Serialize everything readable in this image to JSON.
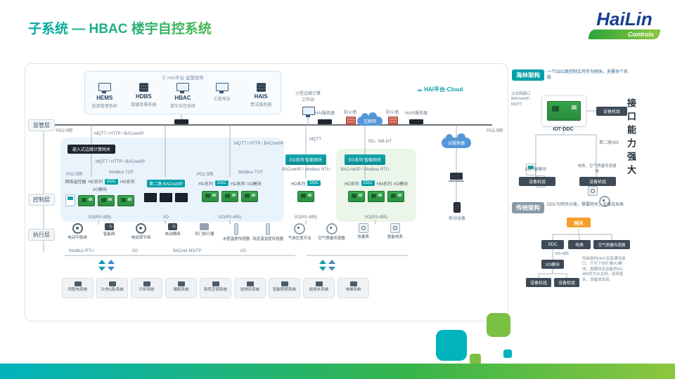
{
  "slide": {
    "title": "子系统 — HBAC 楼宇自控系统",
    "side_text": "接口能力强大",
    "logo": {
      "name": "HaiLin",
      "subtitle": "Controls"
    }
  },
  "layers": {
    "l1": "监管层",
    "l2": "控制层",
    "l3": "执行层"
  },
  "supervision": {
    "platform_header": "HAI平台·监管软件",
    "modules": [
      {
        "abbr": "HEMS",
        "name": "能源管理系统",
        "icon": "monitor"
      },
      {
        "abbr": "HDBS",
        "name": "数据库服务器",
        "icon": "server"
      },
      {
        "abbr": "HBAC",
        "name": "楼宇自控系统",
        "icon": "monitor"
      },
      {
        "abbr": "",
        "name": "工程师站",
        "icon": "monitor"
      },
      {
        "abbr": "HAIS",
        "name": "算法服务器",
        "icon": "server"
      }
    ],
    "edge_ws": "小型边缘计算工作站",
    "cloud_platform": "HAI平台·Cloud",
    "net_left": "PG2.5网",
    "net_right": "PG2.5网",
    "proto_main": "MQTT / HTTP / BACnet/IP",
    "proto_mid": "MQTT / HTTP / BACnet/IP",
    "proto_gw": "MQTT / HTTP / BACnet/IP",
    "proto_mqtt": "MQTT",
    "proto_cell": "5G、NB-IoT",
    "embedded_gw": "嵌入式边缘计算网关",
    "server_left": "HAI服务器",
    "firewall1": "防火墙",
    "internet": "互联网",
    "firewall2": "防火墙",
    "server_right": "HAIS服务器",
    "cloud_server": "云服务器",
    "mobile_label": "移动设备"
  },
  "control": {
    "groups": [
      {
        "top_label": "PG2.5网",
        "side_label": "Modbus TCP",
        "chips": [
          {
            "text": "网络温控器",
            "style": "plain"
          },
          {
            "text": "HD系列",
            "style": "plain"
          },
          {
            "text": "DDC",
            "style": "teal"
          },
          {
            "text": "HD系列",
            "style": "plain"
          },
          {
            "text": "I/O模块",
            "style": "plain"
          }
        ],
        "icons": [
          "tstat",
          "ddc",
          "ddc",
          "ddc"
        ],
        "bus": "I/O(RS-485)"
      },
      {
        "chips": [
          {
            "text": "第二路 BACnet/IP",
            "style": "teal"
          }
        ],
        "icons": [
          "display",
          "display",
          "display"
        ],
        "bus": "I/O"
      },
      {
        "top_label": "PG2.5网",
        "side_label": "Modbus TCP",
        "chips": [
          {
            "text": "HD系列",
            "style": "plain"
          },
          {
            "text": "DDC",
            "style": "teal"
          },
          {
            "text": "HD系列",
            "style": "plain"
          },
          {
            "text": "I/O模块",
            "style": "plain"
          }
        ],
        "icons": [
          "ddc",
          "ddc",
          "ddc"
        ],
        "bus": "I/O(RS-485)"
      },
      {
        "chips": [
          {
            "text": "HD系列",
            "style": "plain"
          },
          {
            "text": "DDC",
            "style": "teal"
          }
        ],
        "icons": [
          "ddc"
        ],
        "bus": "I/O(RS-485)"
      },
      {
        "chips": [
          {
            "text": "HD系列",
            "style": "plain"
          },
          {
            "text": "DDC",
            "style": "teal"
          },
          {
            "text": "HM系列",
            "style": "plain"
          },
          {
            "text": "I/O模块",
            "style": "plain"
          }
        ],
        "icons": [
          "ddc",
          "ddc",
          "ddc"
        ],
        "bus": "I/O(RS-485)"
      }
    ],
    "eg1": {
      "label": "EG系列 智能网关",
      "bus": "BACnet/IP / Modbus RTU"
    },
    "eg2": {
      "label": "EG系列 智能网关",
      "bus": "BACnet/IP / Modbus RTU"
    }
  },
  "execution": {
    "devices": [
      {
        "label": "电动平衡阀",
        "shape": "valve"
      },
      {
        "label": "智能阀",
        "shape": "pump"
      },
      {
        "label": "电动调节阀",
        "shape": "valve"
      },
      {
        "label": "电动蝶阀",
        "shape": "pump"
      },
      {
        "label": "风门执行器",
        "shape": "box"
      },
      {
        "label": "水管温度传感器",
        "shape": "probe"
      },
      {
        "label": "风道温湿度传感器",
        "shape": "probe"
      },
      {
        "label": "气体压差开关",
        "shape": "round"
      },
      {
        "label": "空气质量传感器",
        "shape": "round"
      },
      {
        "label": "热量表",
        "shape": "meter"
      },
      {
        "label": "智能电表",
        "shape": "meter"
      }
    ],
    "buses": [
      "Modbus RTU",
      "I/O",
      "BACnet MS/TP",
      "I/O"
    ],
    "subsystems": [
      "供配电系统",
      "冷/热(源)系统",
      "冷却系统",
      "输配系统",
      "新风空调系统",
      "送排风系统",
      "智能照明系统",
      "给排水系统",
      "电梯系统"
    ]
  },
  "right_panel": {
    "hailin": {
      "tag": "海林架构",
      "tagline": "一个DDC既控制又可作为网关，无需多个系统",
      "eth_note_1": "以太网接口",
      "eth_note_2": "BACnet/IP、MQTT",
      "device_label": "IOT·DDC",
      "unit_right": "设备机组",
      "branch_right_label": "第二路485",
      "io_modules_label": "IO扩展模块",
      "unit_left": "设备机组",
      "sensors_caption": "电表、空气质量传感器等",
      "unit_bottom": "设备机组"
    },
    "legacy": {
      "tag": "传统架构",
      "tagline": "DDC与网关分离，需要网关，设备成本高",
      "gateway": "网关",
      "boxes": {
        "ddc": "DDC",
        "meter": "电表",
        "aqs": "空气质量传感器",
        "io": "I/O模块",
        "unit_a": "设备机组",
        "unit_b": "设备机组"
      },
      "rs485": "RS-485",
      "note": "传统架构DDC仅有通讯接口，只可下挂扩展I/O模块；需要网关设备将RS-485转为以太网，组网复杂，设备成本高。"
    }
  }
}
